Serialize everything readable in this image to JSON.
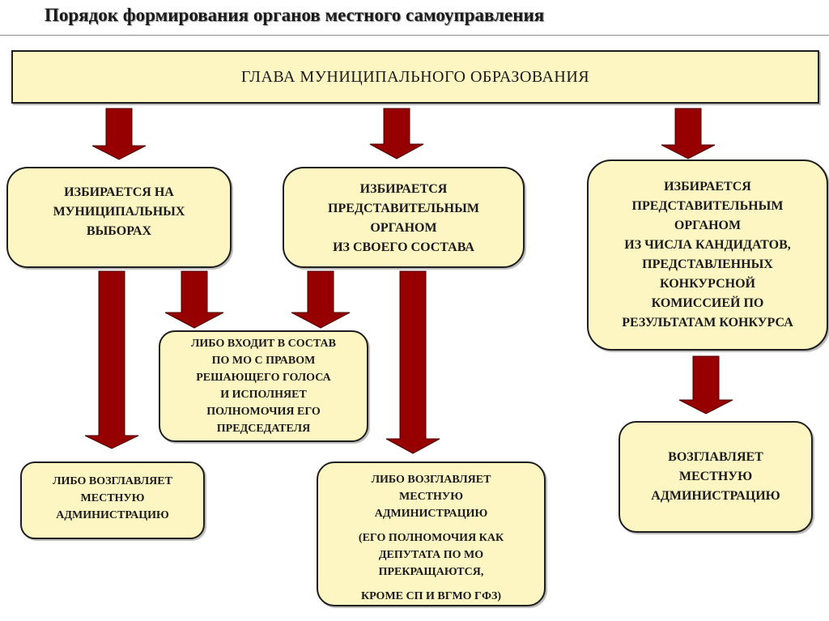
{
  "title": "Порядок формирования органов местного самоуправления",
  "head": "ГЛАВА МУНИЦИПАЛЬНОГО ОБРАЗОВАНИЯ",
  "boxes": {
    "elected": "ИЗБИРАЕТСЯ НА\nМУНИЦИПАЛЬНЫХ\nВЫБОРАХ",
    "representative": "ИЗБИРАЕТСЯ\nПРЕДСТАВИТЕЛЬНЫМ\nОРГАНОМ\nИЗ СВОЕГО СОСТАВА",
    "competition": "ИЗБИРАЕТСЯ\nПРЕДСТАВИТЕЛЬНЫМ\nОРГАНОМ\nИЗ ЧИСЛА КАНДИДАТОВ,\nПРЕДСТАВЛЕННЫХ\nКОНКУРСНОЙ\nКОМИССИЕЙ ПО\nРЕЗУЛЬТАТАМ КОНКУРСА",
    "chairman": "ЛИБО ВХОДИТ В СОСТАВ\nПО МО С ПРАВОМ\nРЕШАЮЩЕГО ГОЛОСА\nИ ИСПОЛНЯЕТ\nПОЛНОМОЧИЯ  ЕГО\nПРЕДСЕДАТЕЛЯ",
    "heads_left": "ЛИБО ВОЗГЛАВЛЯЕТ\nМЕСТНУЮ\nАДМИНИСТРАЦИЮ",
    "heads_middle": "ЛИБО ВОЗГЛАВЛЯЕТ\nМЕСТНУЮ\nАДМИНИСТРАЦИЮ",
    "heads_middle_note_1": "(ЕГО ПОЛНОМОЧИЯ КАК\nДЕПУТАТА ПО МО\nПРЕКРАЩАЮТСЯ,",
    "heads_middle_note_2": "КРОМЕ СП И ВГМО ГФЗ)",
    "heads_right": "ВОЗГЛАВЛЯЕТ\nМЕСТНУЮ\nАДМИНИСТРАЦИЮ"
  },
  "colors": {
    "box_fill": "#fdf5c2",
    "arrow_fill": "#960000"
  }
}
